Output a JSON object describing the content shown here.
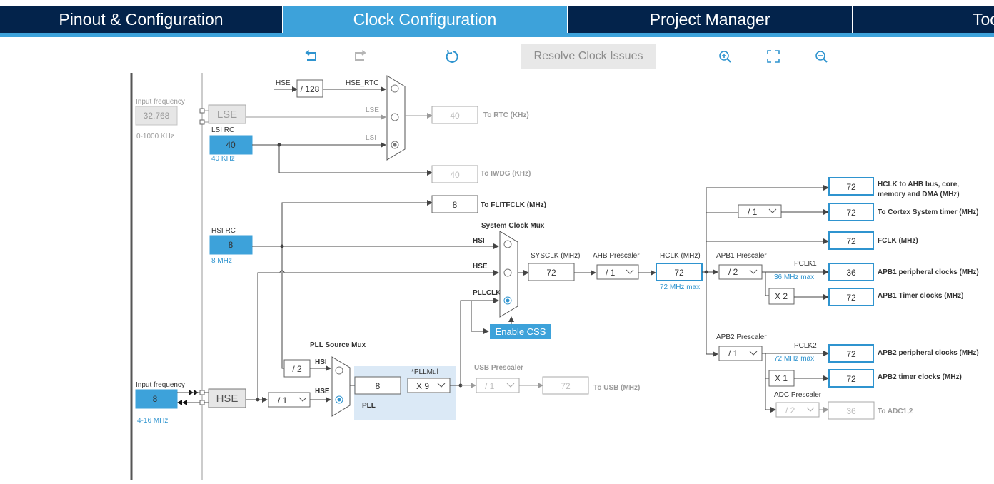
{
  "tabs": [
    {
      "label": "Pinout & Configuration"
    },
    {
      "label": "Clock Configuration"
    },
    {
      "label": "Project Manager"
    },
    {
      "label": "Tools"
    }
  ],
  "toolbar": {
    "resolve_label": "Resolve Clock Issues",
    "icons": [
      "undo-icon",
      "redo-icon",
      "reset-icon",
      "zoom-in-icon",
      "fit-to-screen-icon",
      "zoom-out-icon"
    ]
  },
  "lse_input": {
    "caption": "Input frequency",
    "value": "32.768",
    "range": "0-1000 KHz"
  },
  "lse": {
    "label": "LSE"
  },
  "lsi": {
    "title": "LSI RC",
    "value": "40",
    "freq": "40 KHz"
  },
  "rtc": {
    "hse_label": "HSE",
    "div": "/ 128",
    "hse_rtc": "HSE_RTC",
    "lse_label": "LSE",
    "lsi_label": "LSI",
    "rtc_value": "40",
    "rtc_label": "To RTC (KHz)",
    "iwdg_value": "40",
    "iwdg_label": "To IWDG (KHz)"
  },
  "flitf": {
    "value": "8",
    "label": "To FLITFCLK (MHz)"
  },
  "hsi": {
    "title": "HSI RC",
    "value": "8",
    "freq": "8 MHz"
  },
  "sysmux": {
    "title": "System Clock Mux",
    "hsi": "HSI",
    "hse": "HSE",
    "pllclk": "PLLCLK"
  },
  "sysclk": {
    "title": "SYSCLK (MHz)",
    "value": "72"
  },
  "ahb": {
    "title": "AHB Prescaler",
    "value": "/ 1"
  },
  "hclk": {
    "title": "HCLK (MHz)",
    "value": "72",
    "max": "72 MHz max"
  },
  "css": {
    "label": "Enable CSS"
  },
  "hse_input": {
    "caption": "Input frequency",
    "value": "8",
    "range": "4-16 MHz"
  },
  "hse": {
    "label": "HSE",
    "div_value": "/ 1"
  },
  "pll": {
    "mux_title": "PLL Source Mux",
    "hsi_div": "/ 2",
    "hsi": "HSI",
    "hse": "HSE",
    "input": "8",
    "mul_label": "*PLLMul",
    "mul_value": "X 9",
    "label": "PLL"
  },
  "usb": {
    "title": "USB Prescaler",
    "div": "/ 1",
    "value": "72",
    "label": "To USB (MHz)"
  },
  "outputs": {
    "hclk_ahb": {
      "value": "72",
      "label1": "HCLK to AHB bus, core,",
      "label2": "memory and DMA (MHz)"
    },
    "cortex_div": "/ 1",
    "cortex": {
      "value": "72",
      "label": "To Cortex System timer (MHz)"
    },
    "fclk": {
      "value": "72",
      "label": "FCLK (MHz)"
    },
    "apb1_prescaler": {
      "title": "APB1 Prescaler",
      "value": "/ 2"
    },
    "pclk1": {
      "title": "PCLK1",
      "max": "36 MHz max"
    },
    "apb1_periph": {
      "value": "36",
      "label": "APB1 peripheral clocks (MHz)"
    },
    "apb1_timer_mul": "X 2",
    "apb1_timer": {
      "value": "72",
      "label": "APB1 Timer clocks (MHz)"
    },
    "apb2_prescaler": {
      "title": "APB2 Prescaler",
      "value": "/ 1"
    },
    "pclk2": {
      "title": "PCLK2",
      "max": "72 MHz max"
    },
    "apb2_periph": {
      "value": "72",
      "label": "APB2 peripheral clocks (MHz)"
    },
    "apb2_timer_mul": "X 1",
    "apb2_timer": {
      "value": "72",
      "label": "APB2 timer clocks (MHz)"
    },
    "adc_prescaler": {
      "title": "ADC Prescaler",
      "value": "/ 2"
    },
    "adc": {
      "value": "36",
      "label": "To ADC1,2"
    }
  }
}
